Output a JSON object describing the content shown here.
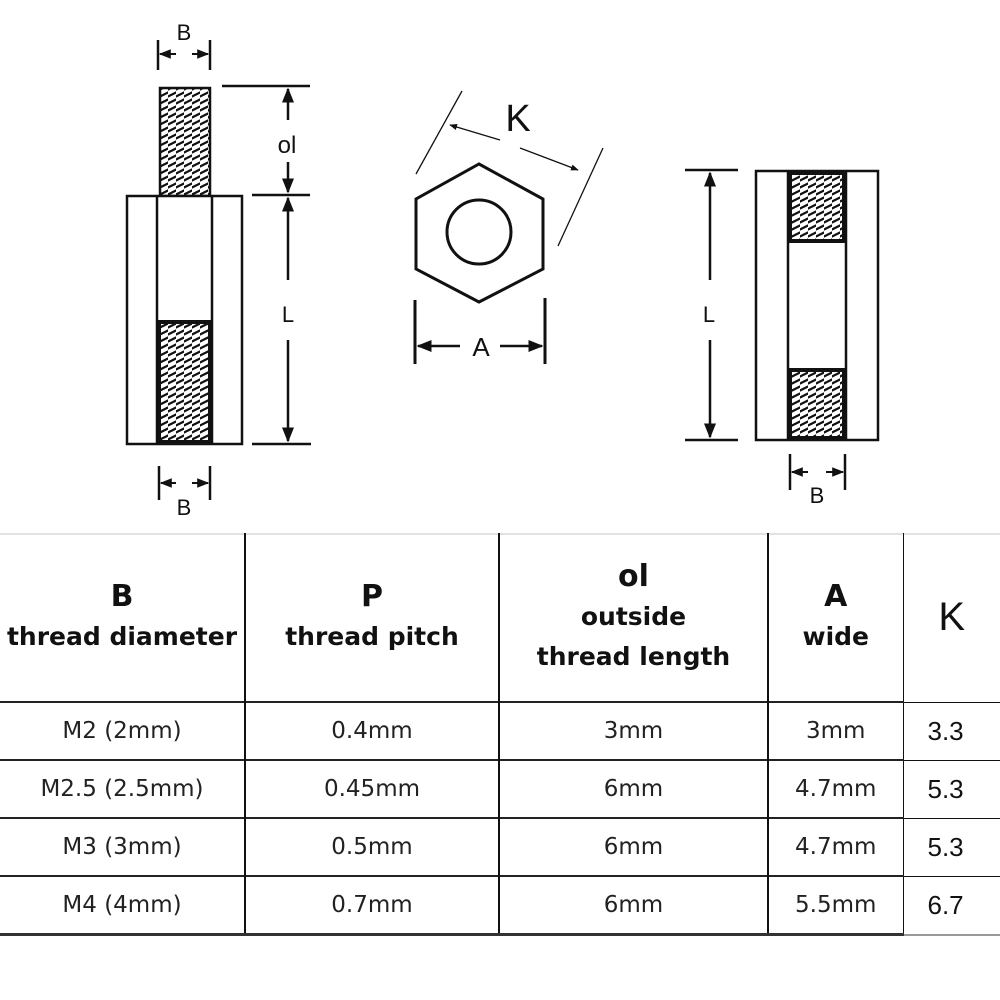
{
  "diagram": {
    "left_standoff": {
      "labels": {
        "top_width": "B",
        "thread_length": "ol",
        "body_length": "L",
        "bottom_width": "B"
      }
    },
    "hex_section": {
      "labels": {
        "across_corners": "K",
        "across_flats": "A"
      }
    },
    "right_standoff": {
      "labels": {
        "length": "L",
        "width": "B"
      }
    }
  },
  "table": {
    "headers": [
      {
        "symbol": "B",
        "description": "thread diameter"
      },
      {
        "symbol": "P",
        "description": "thread pitch"
      },
      {
        "symbol": "ol",
        "description_line1": "outside",
        "description_line2": "thread length"
      },
      {
        "symbol": "A",
        "description": "wide"
      },
      {
        "symbol": "K"
      }
    ],
    "rows": [
      {
        "b": "M2 (2mm)",
        "p": "0.4mm",
        "ol": "3mm",
        "a": "3mm",
        "k": "3.3"
      },
      {
        "b": "M2.5 (2.5mm)",
        "p": "0.45mm",
        "ol": "6mm",
        "a": "4.7mm",
        "k": "5.3"
      },
      {
        "b": "M3 (3mm)",
        "p": "0.5mm",
        "ol": "6mm",
        "a": "4.7mm",
        "k": "5.3"
      },
      {
        "b": "M4 (4mm)",
        "p": "0.7mm",
        "ol": "6mm",
        "a": "5.5mm",
        "k": "6.7"
      }
    ]
  }
}
